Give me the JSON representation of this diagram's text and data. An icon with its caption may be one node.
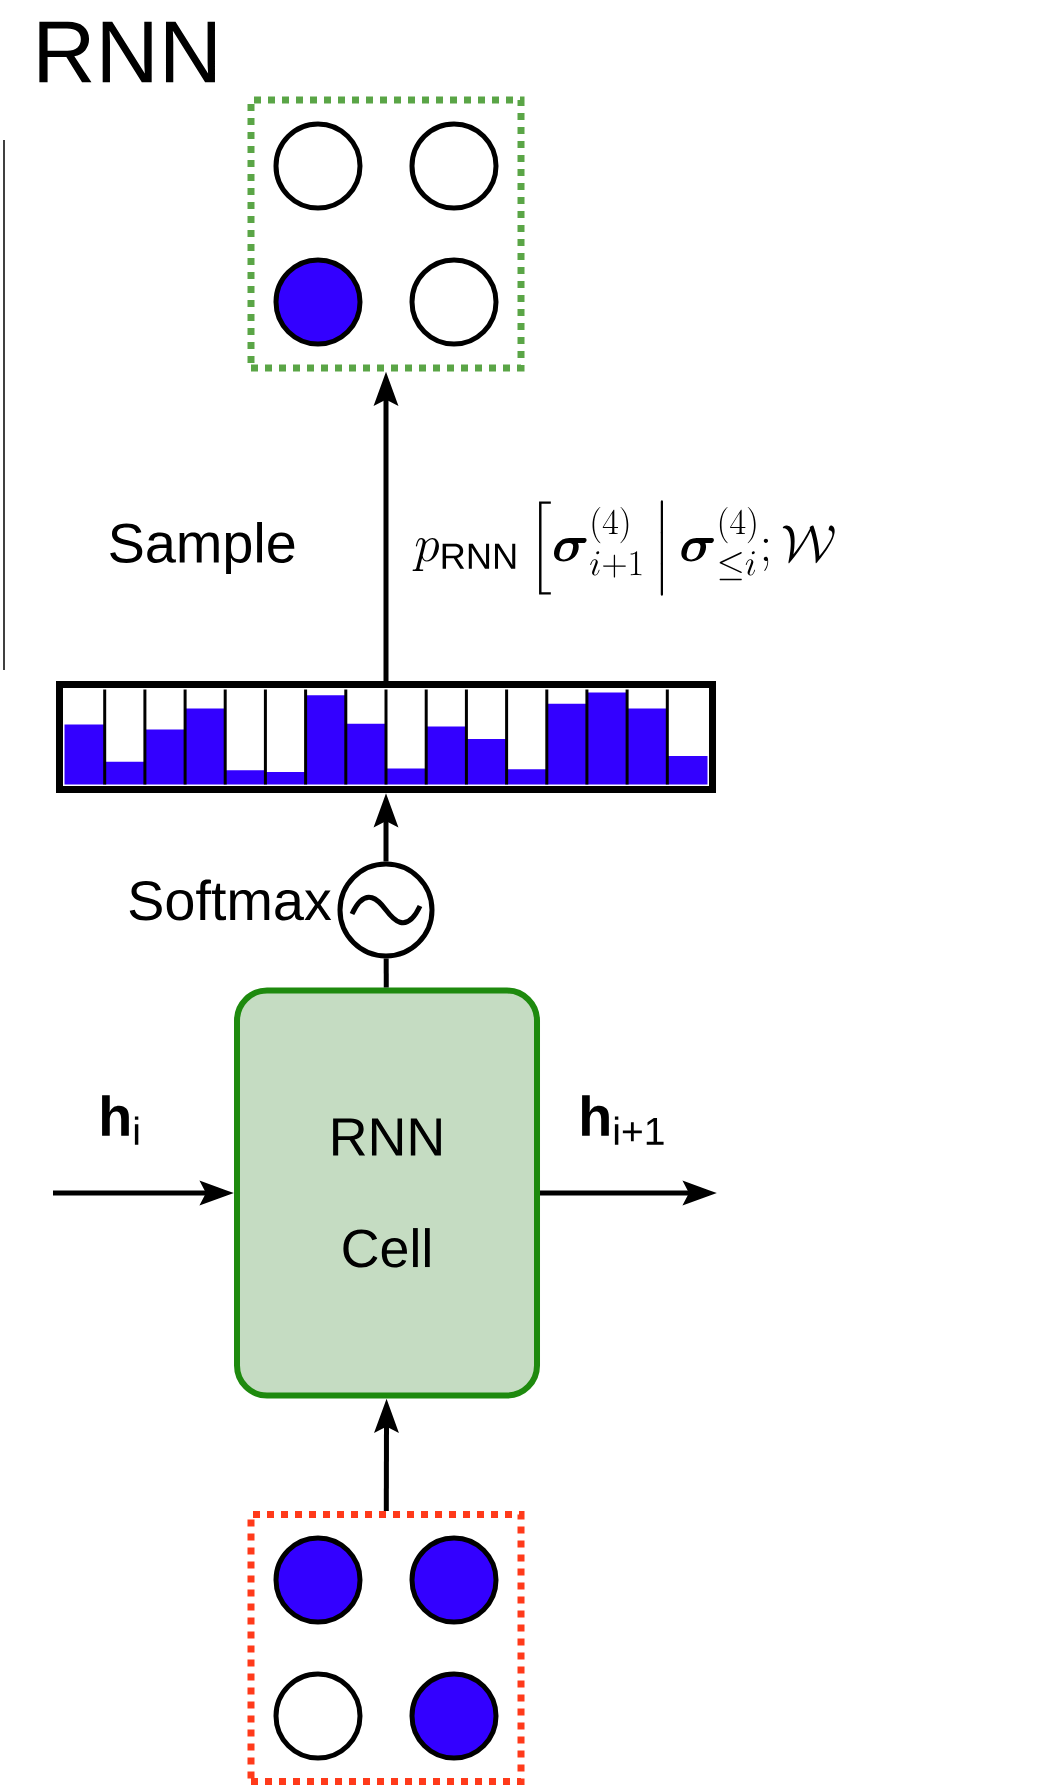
{
  "diagram": {
    "title": "RNN",
    "nodes": [
      {
        "text": [],
        "shape": "box"
      },
      {
        "text": [],
        "shape": "bar"
      },
      {
        "text": [],
        "shape": "circle",
        "beside": [
          "Softmax"
        ]
      },
      {
        "text": [
          "RNN Cell"
        ]
      },
      {
        "text": [],
        "shape": "box"
      }
    ],
    "edges": [
      {
        "from": 1,
        "to": 0,
        "arrow": "to",
        "label": "Sample"
      },
      {
        "from": 2,
        "to": 1,
        "arrow": "to"
      },
      {
        "from": 3,
        "to": 2,
        "arrow": "none"
      },
      {
        "from": null,
        "to": 3,
        "arrow": "to",
        "label": "**h**$_{i}$"
      },
      {
        "from": 3,
        "to": null,
        "arrow": "to",
        "label": "**h**$_{i+1}$"
      },
      {
        "from": 4,
        "to": 3,
        "arrow": "to"
      }
    ],
    "labels": [
      "p_{\\mathrm{RNN}}\\left[\\boldsymbol{\\sigma}^{(4)}_{i+1}\\,\\middle|\\,\\boldsymbol{\\sigma}^{(4)}_{\\leq i};\\mathcal{W}\\right."
    ]
  }
}
